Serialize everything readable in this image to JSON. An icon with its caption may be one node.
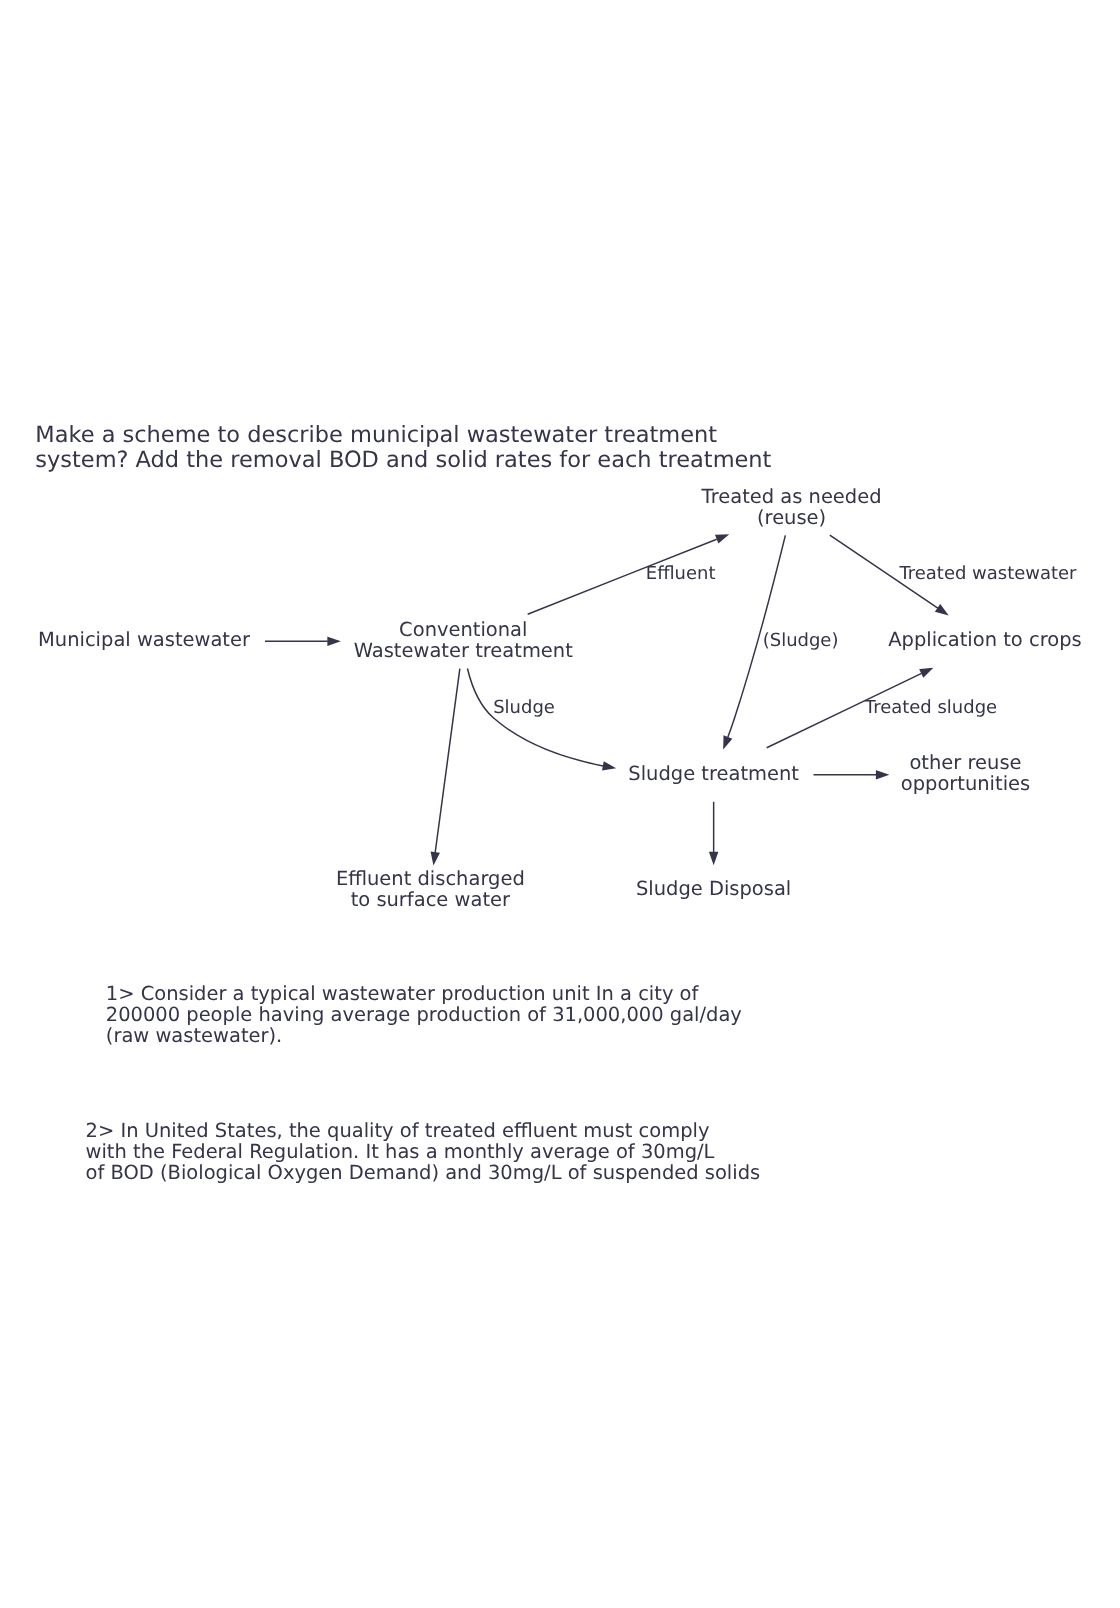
{
  "diagram": {
    "title": "Make a scheme to describe municipal wastewater treatment system? Add the removal BOD and solid rates for each treatment",
    "nodes": [
      {
        "text": [
          "Municipal wastewater"
        ]
      },
      {
        "text": [
          "Conventional Wastewater treatment"
        ]
      },
      {
        "text": [
          "Treated as needed (reuse)"
        ]
      },
      {
        "text": [
          "Application to crops"
        ]
      },
      {
        "text": [
          "Sludge treatment"
        ]
      },
      {
        "text": [
          "other reuse opportunities"
        ]
      },
      {
        "text": [
          "Effluent discharged to surface water"
        ]
      },
      {
        "text": [
          "Sludge Disposal"
        ]
      }
    ],
    "edges": [
      {
        "from": 0,
        "to": 1,
        "arrow": "to"
      },
      {
        "from": 1,
        "to": 2,
        "arrow": "to",
        "label": "Effluent"
      },
      {
        "from": 2,
        "to": 3,
        "arrow": "to",
        "label": "Treated wastewater"
      },
      {
        "from": 2,
        "to": 4,
        "arrow": "to",
        "label": "(Sludge)"
      },
      {
        "from": 1,
        "to": 4,
        "arrow": "to",
        "label": "Sludge"
      },
      {
        "from": 4,
        "to": 3,
        "arrow": "to",
        "label": "Treated sludge"
      },
      {
        "from": 4,
        "to": 5,
        "arrow": "to"
      },
      {
        "from": 1,
        "to": 6,
        "arrow": "to"
      },
      {
        "from": 4,
        "to": 7,
        "arrow": "to"
      }
    ],
    "labels": [
      "1> Consider a typical wastewater production unit In a city of 200000 people having average production of 31,000,000 gal/day (raw wastewater).",
      "2> In United States, the quality of treated effluent must comply with the Federal Regulation. It has a monthly average of 30mg/L of BOD (Biological Oxygen Demand) and 30mg/L of suspended solids"
    ]
  }
}
